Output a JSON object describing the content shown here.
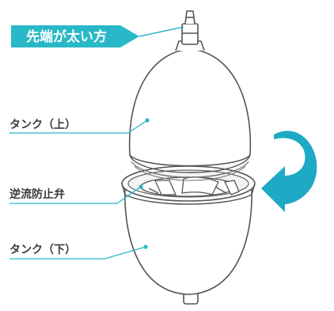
{
  "tip_badge": {
    "text": "先端が太い方",
    "color": "#29b8c8"
  },
  "labels": {
    "upper_tank": "タンク（上）",
    "check_valve": "逆流防止弁",
    "lower_tank": "タンク（下）"
  },
  "colors": {
    "accent": "#29b8c8",
    "leader_line": "#29b8c8",
    "label_text": "#3a3a3a",
    "outline": "#555555",
    "shell_fill": "#ffffff",
    "rotate_arrow": "#1ea9c4"
  },
  "icons": {
    "rotate_arrow": "rotate-counterclockwise-arrow-icon"
  }
}
